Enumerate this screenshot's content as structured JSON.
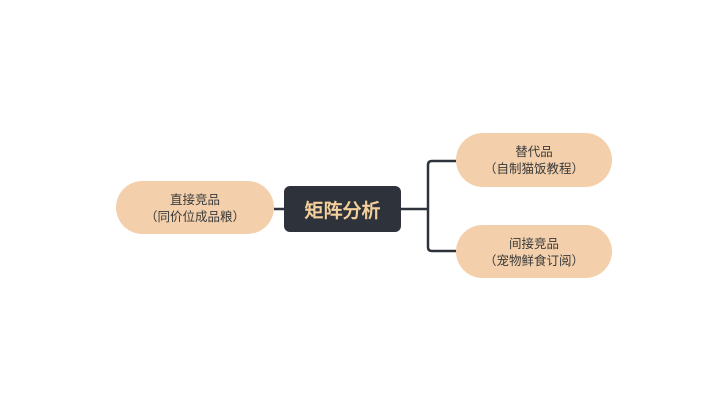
{
  "center": {
    "label": "矩阵分析"
  },
  "nodes": {
    "left": {
      "title": "直接竞品",
      "subtitle": "（同价位成品粮）"
    },
    "right_top": {
      "title": "替代品",
      "subtitle": "（自制猫饭教程）"
    },
    "right_bottom": {
      "title": "间接竞品",
      "subtitle": "（宠物鲜食订阅）"
    }
  },
  "colors": {
    "node_fill": "#f3d0ab",
    "center_fill": "#2e323a",
    "center_text": "#f3cf9c",
    "connector": "#2e323a"
  }
}
